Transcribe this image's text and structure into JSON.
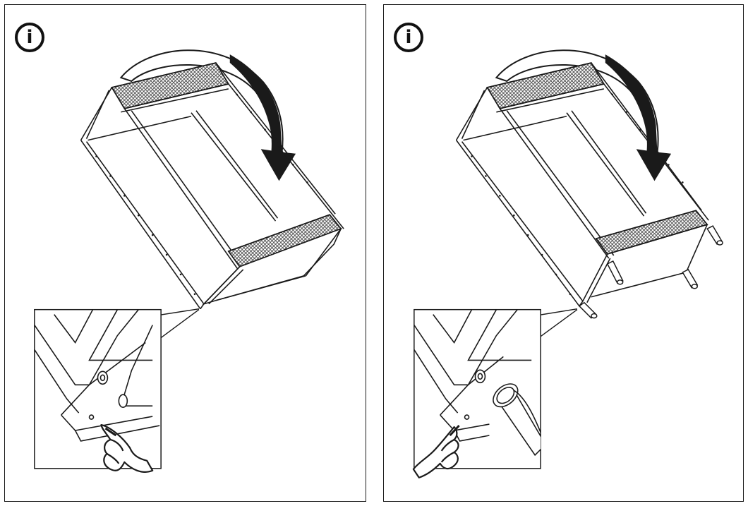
{
  "panels": [
    {
      "id": "step-1",
      "info_symbol": "i",
      "icon": "info-icon",
      "arrow": "rotate-arrow-icon",
      "detail": "magnified-corner-detail",
      "hand": "pointing-hand-icon"
    },
    {
      "id": "step-2",
      "info_symbol": "i",
      "icon": "info-icon",
      "arrow": "rotate-arrow-icon",
      "detail": "magnified-corner-detail-with-foot",
      "hand": "pointing-hand-icon"
    }
  ],
  "colors": {
    "line": "#1a1a1a",
    "mesh": "#5a5a5a",
    "background": "#ffffff"
  }
}
